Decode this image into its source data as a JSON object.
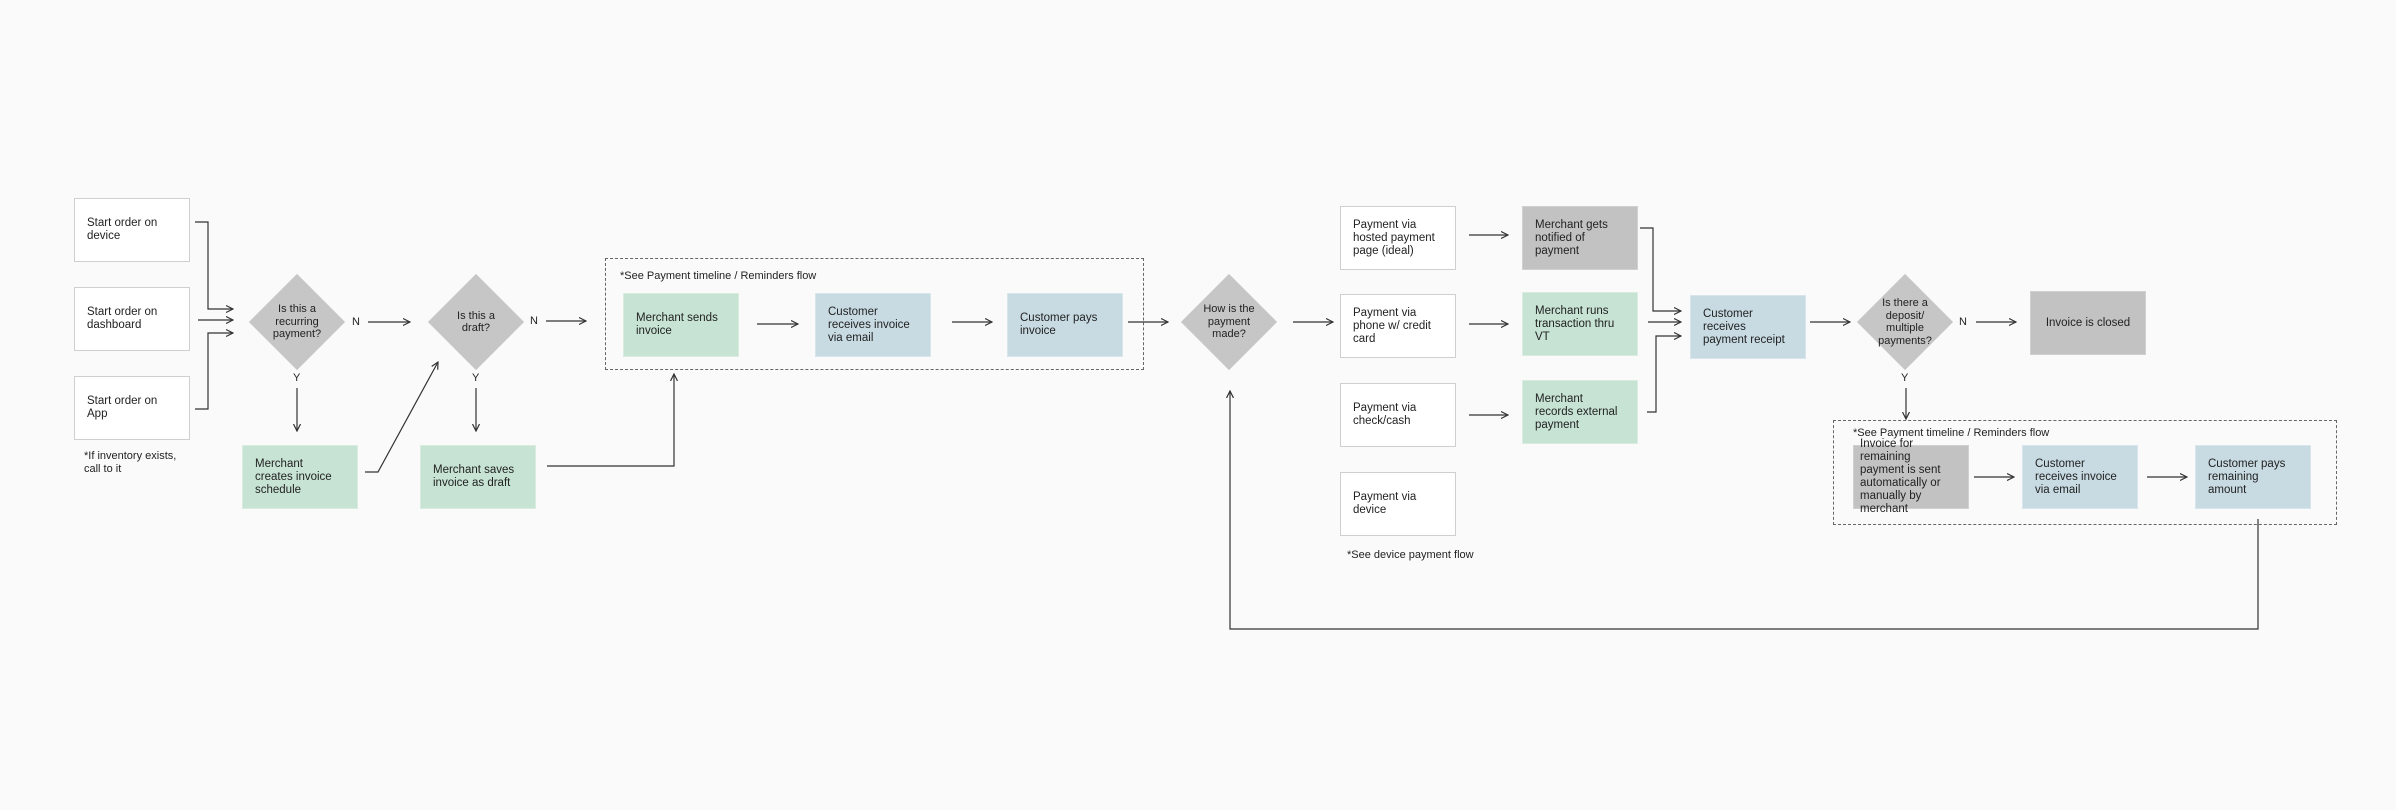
{
  "boxes": {
    "start_device": "Start order on\ndevice",
    "start_dashboard": "Start order on\ndashboard",
    "start_app": "Start order on\nApp",
    "create_schedule": "Merchant\ncreates invoice\nschedule",
    "save_draft": "Merchant saves\ninvoice as draft",
    "sends_invoice": "Merchant sends\ninvoice",
    "receives_invoice": "Customer\nreceives invoice\nvia email",
    "pays_invoice": "Customer pays\ninvoice",
    "pay_hosted": "Payment via\nhosted payment\npage (ideal)",
    "pay_phone": "Payment via\nphone w/ credit\ncard",
    "pay_check": "Payment via\ncheck/cash",
    "pay_device": "Payment via\ndevice",
    "notified": "Merchant gets\nnotified of\npayment",
    "runs_vt": "Merchant runs\ntransaction thru\nVT",
    "records_external": "Merchant\nrecords external\npayment",
    "receipt": "Customer\nreceives\npayment receipt",
    "closed": "Invoice is closed",
    "remaining_sent": "Invoice for remaining\npayment is sent\nautomatically or\nmanually by merchant",
    "receives_invoice_2": "Customer\nreceives invoice\nvia email",
    "pays_remaining": "Customer pays\nremaining\namount"
  },
  "diamonds": {
    "recurring": "Is this a\nrecurring\npayment?",
    "draft": "Is this a\ndraft?",
    "how_paid": "How is the\npayment\nmade?",
    "deposit": "Is there a\ndeposit/\nmultiple\npayments?"
  },
  "labels": {
    "n": "N",
    "y": "Y",
    "inventory_note": "*If inventory exists,\ncall to it",
    "timeline_note": "*See Payment timeline / Reminders flow",
    "device_note": "*See device payment flow"
  },
  "colors": {
    "green": "#c7e3d4",
    "blue": "#c8dbe3",
    "gray": "#c2c2c2",
    "line": "#333333"
  }
}
